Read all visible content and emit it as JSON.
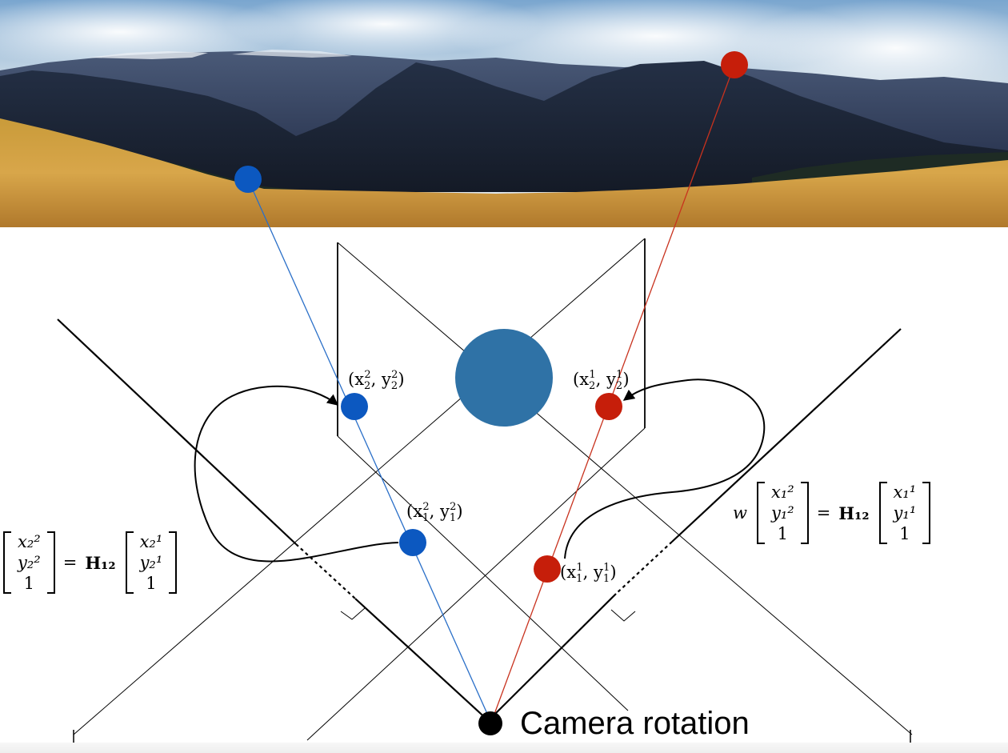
{
  "labels": {
    "pt_left_upper": [
      "(x",
      "2",
      "2",
      ", y",
      "2",
      "2",
      ")"
    ],
    "pt_left_lower": [
      "(x",
      "1",
      "2",
      ", y",
      "1",
      "2",
      ")"
    ],
    "pt_right_upper": [
      "(x",
      "2",
      "1",
      ", y",
      "2",
      "1",
      ")"
    ],
    "pt_right_lower": [
      "(x",
      "1",
      "1",
      ", y",
      "1",
      "1",
      ")"
    ],
    "camera": "Camera rotation"
  },
  "equation_left": {
    "lhs": [
      "x₂²",
      "y₂²",
      "1"
    ],
    "op": "=",
    "H": "H₁₂",
    "rhs": [
      "x₂¹",
      "y₂¹",
      "1"
    ]
  },
  "equation_right": {
    "w": "w",
    "lhs": [
      "x₁²",
      "y₁²",
      "1"
    ],
    "op": "=",
    "H": "H₁₂",
    "rhs": [
      "x₁¹",
      "y₁¹",
      "1"
    ]
  },
  "colors": {
    "blue_point": "#0c58c0",
    "red_point": "#c61e0a",
    "blue_ray": "#2a6fc8",
    "red_ray": "#c8321e",
    "center_disc": "#2f72a6",
    "camera": "#000000"
  }
}
